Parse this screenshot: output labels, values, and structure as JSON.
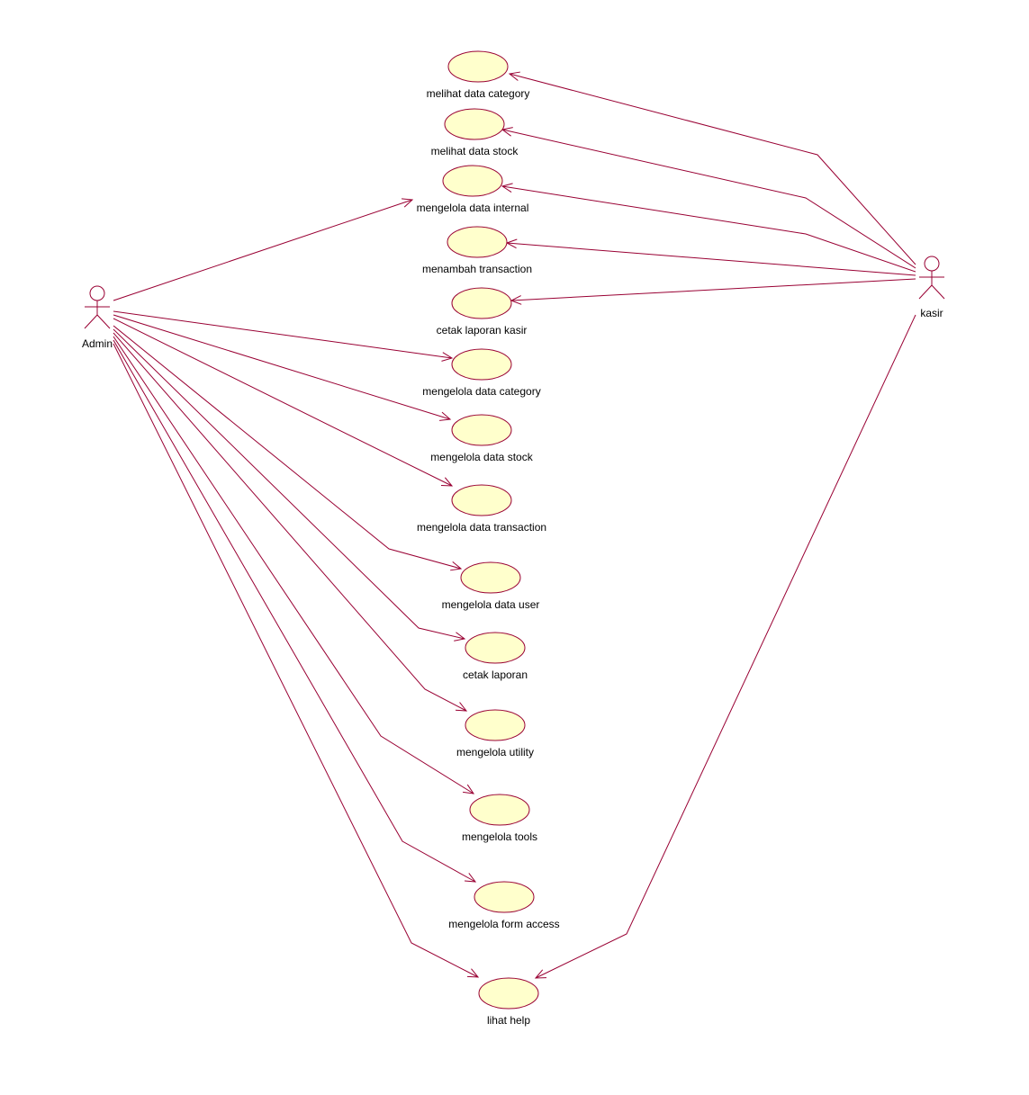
{
  "diagram": {
    "type": "uml-use-case",
    "actors": {
      "admin": {
        "label": "Admin"
      },
      "kasir": {
        "label": "kasir"
      }
    },
    "use_cases": [
      {
        "id": "uc1",
        "label": "melihat data category"
      },
      {
        "id": "uc2",
        "label": "melihat data stock"
      },
      {
        "id": "uc3",
        "label": "mengelola data internal"
      },
      {
        "id": "uc4",
        "label": "menambah transaction"
      },
      {
        "id": "uc5",
        "label": "cetak laporan kasir"
      },
      {
        "id": "uc6",
        "label": "mengelola data category"
      },
      {
        "id": "uc7",
        "label": "mengelola data stock"
      },
      {
        "id": "uc8",
        "label": "mengelola data transaction"
      },
      {
        "id": "uc9",
        "label": "mengelola data user"
      },
      {
        "id": "uc10",
        "label": "cetak laporan"
      },
      {
        "id": "uc11",
        "label": "mengelola utility"
      },
      {
        "id": "uc12",
        "label": "mengelola tools"
      },
      {
        "id": "uc13",
        "label": "mengelola form access"
      },
      {
        "id": "uc14",
        "label": "lihat help"
      }
    ],
    "associations": [
      {
        "from": "admin",
        "to": "uc3"
      },
      {
        "from": "admin",
        "to": "uc6"
      },
      {
        "from": "admin",
        "to": "uc7"
      },
      {
        "from": "admin",
        "to": "uc8"
      },
      {
        "from": "admin",
        "to": "uc9"
      },
      {
        "from": "admin",
        "to": "uc10"
      },
      {
        "from": "admin",
        "to": "uc11"
      },
      {
        "from": "admin",
        "to": "uc12"
      },
      {
        "from": "admin",
        "to": "uc13"
      },
      {
        "from": "admin",
        "to": "uc14"
      },
      {
        "from": "kasir",
        "to": "uc1"
      },
      {
        "from": "kasir",
        "to": "uc2"
      },
      {
        "from": "kasir",
        "to": "uc3"
      },
      {
        "from": "kasir",
        "to": "uc4"
      },
      {
        "from": "kasir",
        "to": "uc5"
      },
      {
        "from": "kasir",
        "to": "uc14"
      }
    ],
    "colors": {
      "line": "#990033",
      "use_case_fill": "#ffffcc",
      "text": "#000000",
      "background": "#ffffff"
    }
  }
}
